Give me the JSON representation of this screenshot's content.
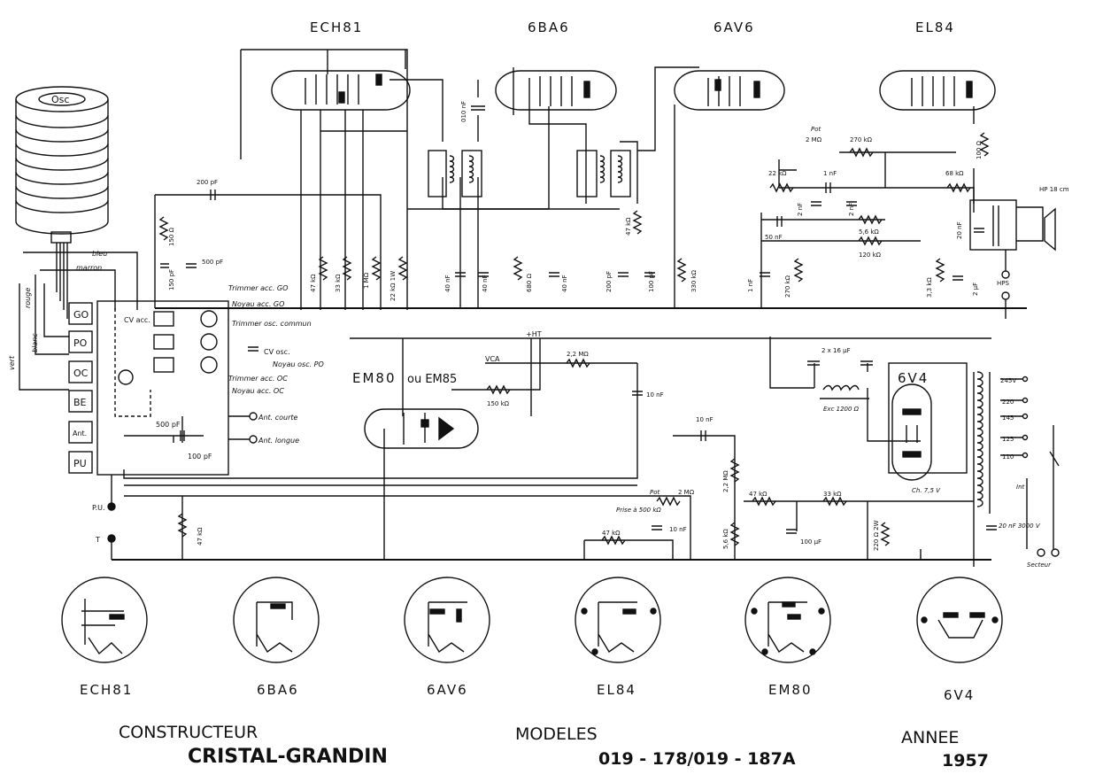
{
  "tubes_top": [
    "ECH81",
    "6BA6",
    "6AV6",
    "EL84"
  ],
  "tubes_bottom": [
    "ECH81",
    "6BA6",
    "6AV6",
    "EL84",
    "EM80",
    "6V4"
  ],
  "indicator": {
    "name": "EM80",
    "alt": "ou EM85"
  },
  "rectifier": "6V4",
  "coil_label": "Osc",
  "band_buttons": [
    "GO",
    "PO",
    "OC",
    "BE",
    "Ant.",
    "PU"
  ],
  "wire_colors": [
    "bleu",
    "marron",
    "rouge",
    "vert",
    "blanc"
  ],
  "coil_notes": [
    "Trimmer acc. GO",
    "Noyau acc. GO",
    "Trimmer osc. commun",
    "CV osc.",
    "Noyau osc. PO",
    "Trimmer acc. OC",
    "Noyau acc. OC",
    "CV acc."
  ],
  "antenna": [
    "Ant. courte",
    "Ant. longue"
  ],
  "jacks": [
    "P.U.",
    "T"
  ],
  "rails": [
    "+HT",
    "VCA"
  ],
  "components": {
    "c200": "200 pF",
    "r150": "150 Ω",
    "c500": "500 pF",
    "c150": "150 pF",
    "r47k_a": "47 kΩ",
    "r33k": "33 kΩ",
    "r1m": "1 MΩ",
    "r22k_1w": "22 kΩ 1W",
    "c010": "010 nF",
    "c40a": "40 nF",
    "c40b": "40 nF",
    "c40c": "40 nF",
    "r680": "680 Ω",
    "c200b": "200 pF",
    "r47k_b": "47 kΩ",
    "c100": "100 pF",
    "r330k": "330 kΩ",
    "pot_label": "Pot",
    "pot_val": "2 MΩ",
    "r270k_a": "270 kΩ",
    "r22k_b": "22 kΩ",
    "c1n_a": "1 nF",
    "r68k": "68 kΩ",
    "r100": "100 Ω",
    "c2n_a": "2 nF",
    "c2n_b": "2 nF",
    "r5k6": "5,6 kΩ",
    "r120k": "120 kΩ",
    "c50n": "50 nF",
    "c1n_b": "1 nF",
    "r270k_b": "270 kΩ",
    "r3k3": "3,3 kΩ",
    "c2uf": "2 μF",
    "c20n_a": "20 nF",
    "hp": "HP 18 cm",
    "hps": "HPS",
    "r2m2_a": "2,2 MΩ",
    "c10n_a": "10 nF",
    "r150k": "150 kΩ",
    "c2x16": "2 x 16 μF",
    "exc": "Exc 1200 Ω",
    "c10n_b": "10 nF",
    "r2m2_b": "2,2 MΩ",
    "pot2_label": "Pot",
    "pot2_val": "2 MΩ",
    "prise": "Prise à 500 kΩ",
    "c10n_c": "10 nF",
    "r47k_c": "47 kΩ",
    "r47k_d": "47 kΩ",
    "r5k6_b": "5,6 kΩ",
    "c100uf": "100 μF",
    "r33k_b": "33 kΩ",
    "r220": "220 Ω 2W",
    "r47k_e": "47 kΩ",
    "c500pf_b": "500 pF",
    "c100pf_b": "100 pF",
    "chokes": "Ch. 7,5 V",
    "inter": "Int",
    "c20n_b": "20 nF 3000 V",
    "secteur": "Secteur",
    "taps": [
      "245V",
      "220",
      "145",
      "125",
      "110"
    ]
  },
  "footer": {
    "maker_label": "CONSTRUCTEUR",
    "maker": "CRISTAL-GRANDIN",
    "models_label": "MODELES",
    "models": "019 - 178/019 - 187A",
    "year_label": "ANNEE",
    "year": "1957"
  }
}
